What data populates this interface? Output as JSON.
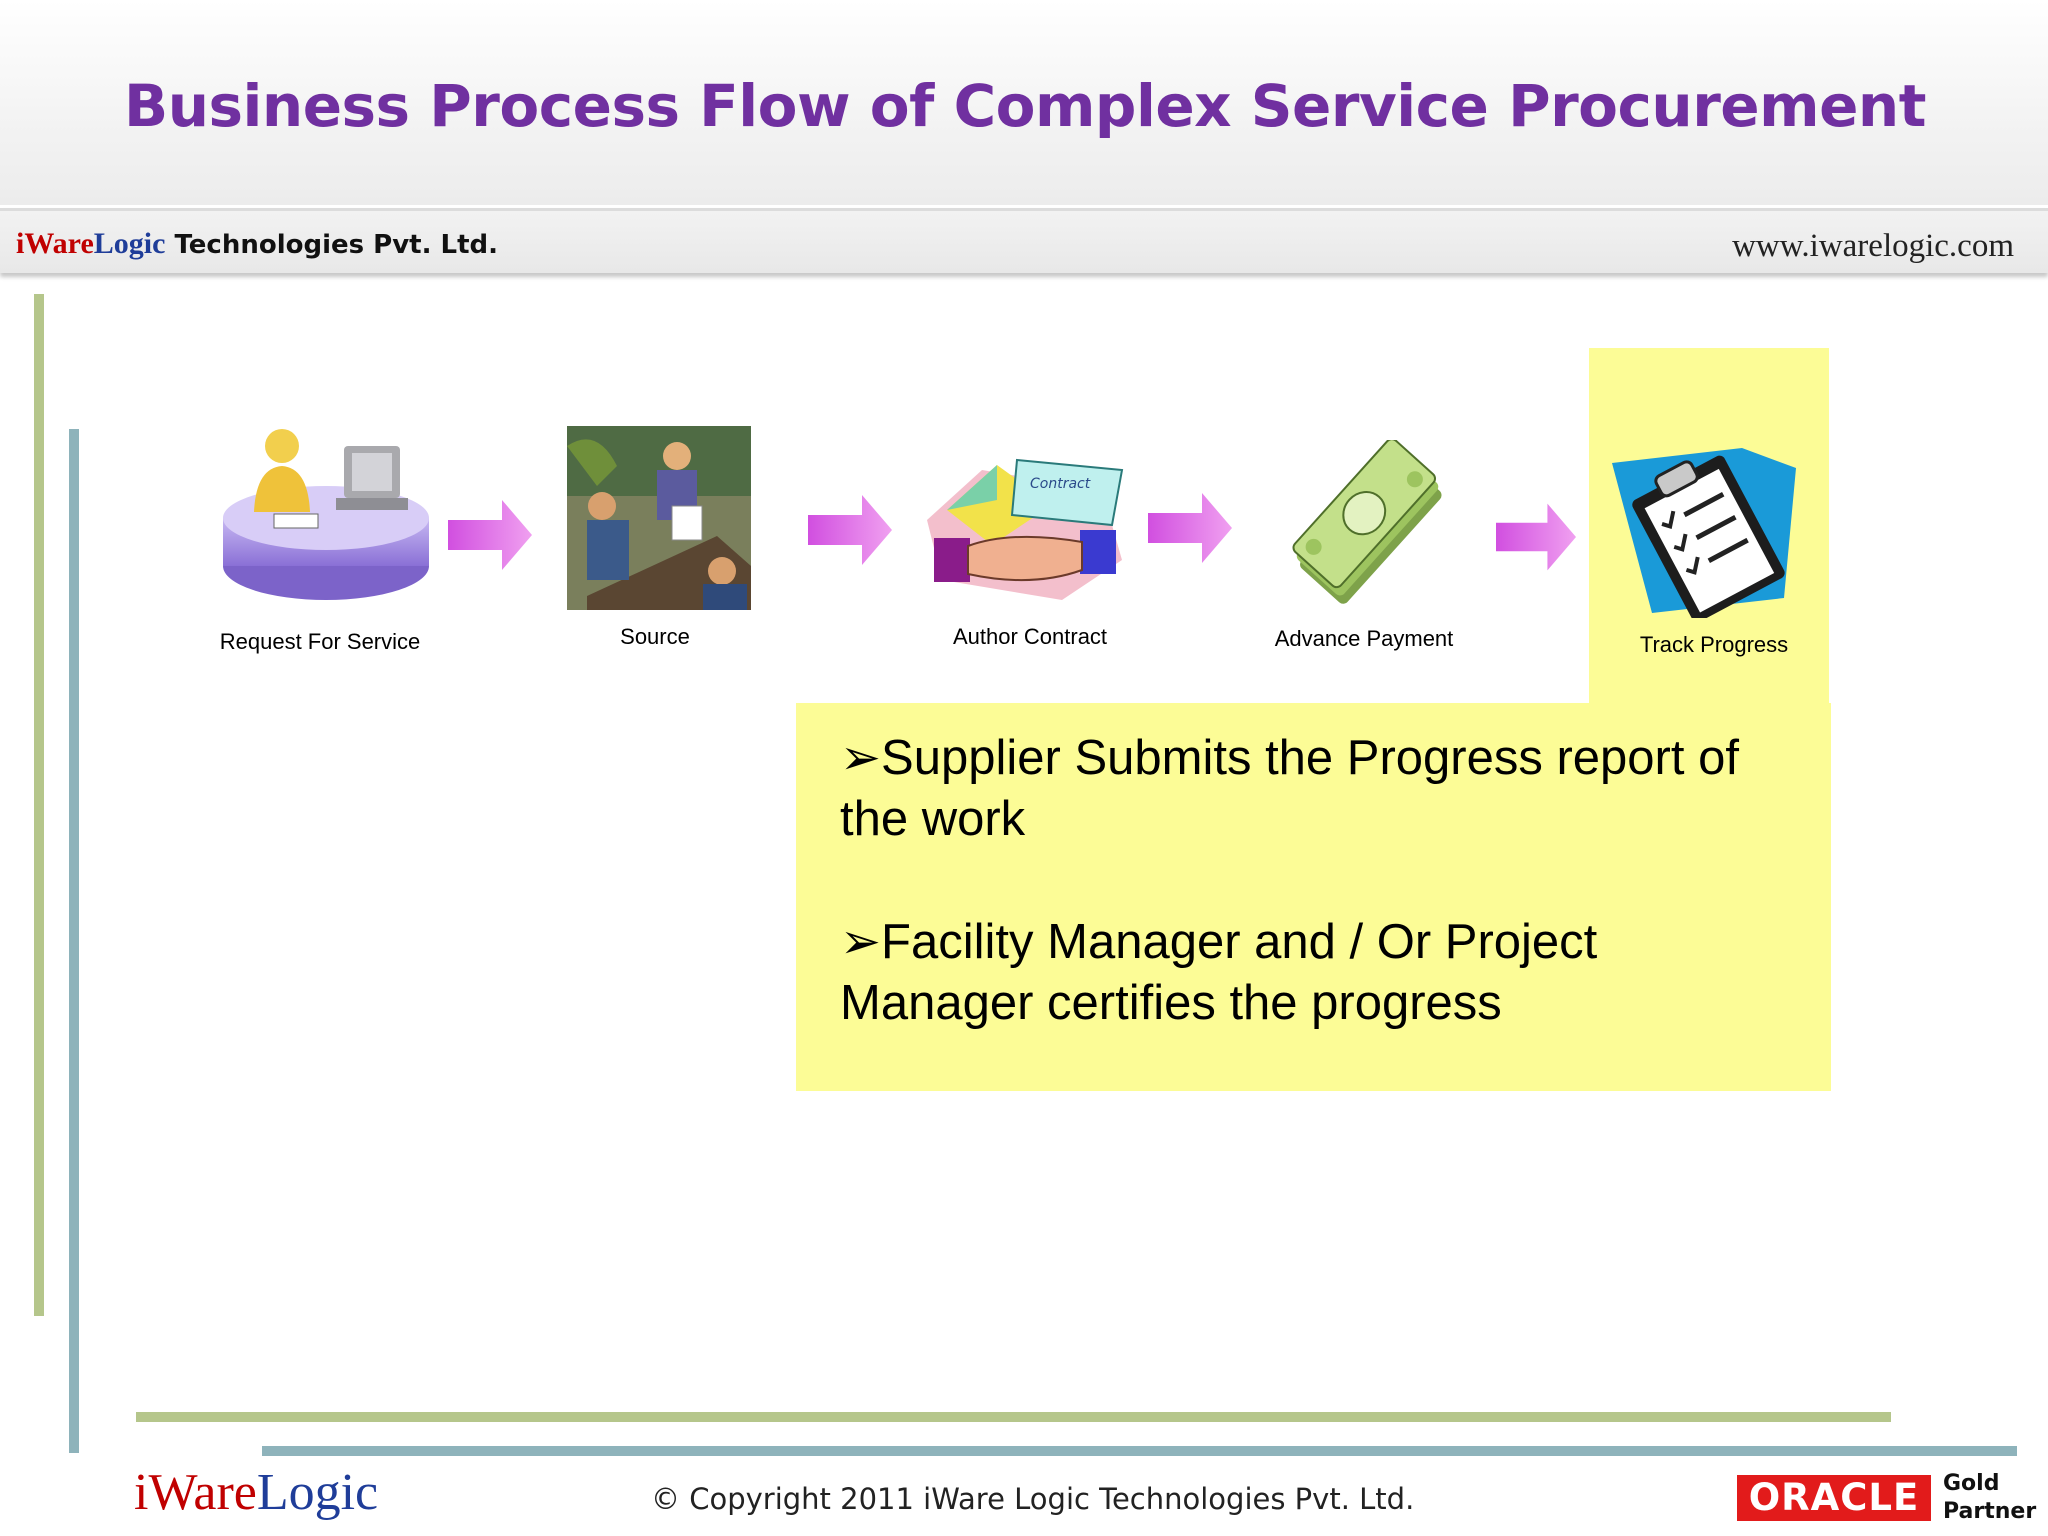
{
  "title": "Business Process Flow of Complex Service Procurement",
  "company": {
    "brand_part1": "iWare",
    "brand_part2": "Logic",
    "rest": " Technologies Pvt. Ltd."
  },
  "website": "www.iwarelogic.com",
  "flow": {
    "steps": [
      {
        "label": "Request For Service",
        "icon": "service-desk-icon"
      },
      {
        "label": "Source",
        "icon": "meeting-clipart-icon"
      },
      {
        "label": "Author Contract",
        "icon": "contract-handshake-icon"
      },
      {
        "label": "Advance Payment",
        "icon": "money-stack-icon"
      },
      {
        "label": "Track Progress",
        "icon": "clipboard-checklist-icon"
      }
    ],
    "highlighted_step": "Track Progress",
    "arrow_color": "#cc44dd"
  },
  "details": [
    "➢Supplier Submits the Progress report of the work",
    "➢Facility Manager and / Or Project Manager certifies the progress"
  ],
  "footer": {
    "logo_part1": "iWare",
    "logo_part2": "Logic",
    "copyright": "© Copyright 2011 iWare Logic Technologies Pvt. Ltd.",
    "oracle": "ORACLE",
    "partner_line1": "Gold",
    "partner_line2": "Partner"
  },
  "colors": {
    "title": "#7030a0",
    "highlight": "#fcfc96",
    "brand_red": "#c00000",
    "brand_blue": "#1f3d99"
  }
}
